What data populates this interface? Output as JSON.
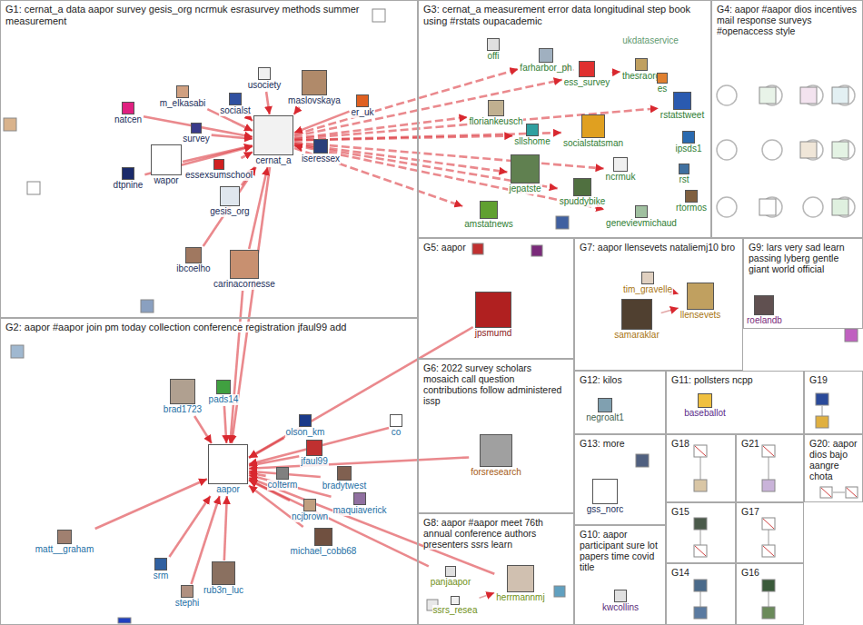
{
  "diagram": {
    "nodes": [
      {
        "text": [
          "G1: cernat_a data aapor survey gesis_org ncrmuk esrasurvey methods summer measurement"
        ]
      },
      {
        "text": [
          "G2: aapor #aapor join pm today collection conference registration jfaul99 add"
        ]
      },
      {
        "text": [
          "G3: cernat_a measurement error data longitudinal step book using #rstats oupacademic"
        ]
      },
      {
        "text": [
          "G4: aapor #aapor dios incentives mail response surveys #openaccess style"
        ]
      },
      {
        "text": [
          "G5: aapor"
        ]
      },
      {
        "text": [
          "G6: 2022 survey scholars mosaich call question contributions follow administered issp"
        ]
      },
      {
        "text": [
          "G7: aapor llensevets nataliemj10 bro"
        ]
      },
      {
        "text": [
          "G8: aapor #aapor meet 76th annual conference authors presenters ssrs learn"
        ]
      },
      {
        "text": [
          "G9: lars very sad learn passing lyberg gentle giant world official"
        ]
      },
      {
        "text": [
          "G10: aapor participant sure lot papers time covid title"
        ]
      },
      {
        "text": [
          "G11: pollsters ncpp"
        ]
      },
      {
        "text": [
          "G12: kilos"
        ]
      },
      {
        "text": [
          "G13: more"
        ]
      },
      {
        "text": [
          "G14"
        ]
      },
      {
        "text": [
          "G15"
        ]
      },
      {
        "text": [
          "G16"
        ]
      },
      {
        "text": [
          "G17"
        ]
      },
      {
        "text": [
          "G18"
        ]
      },
      {
        "text": [
          "G19"
        ]
      },
      {
        "text": [
          "G20: aapor dios bajo aangre chota"
        ]
      },
      {
        "text": [
          "G21"
        ]
      },
      {
        "text": [
          "cernat_a"
        ],
        "in": 0
      },
      {
        "text": [
          "iseressex"
        ],
        "in": 0
      },
      {
        "text": [
          "maslovskaya"
        ],
        "in": 0
      },
      {
        "text": [
          "er_uk"
        ],
        "in": 0
      },
      {
        "text": [
          "usociety"
        ],
        "in": 0
      },
      {
        "text": [
          "socialst"
        ],
        "in": 0
      },
      {
        "text": [
          "m_elkasabi"
        ],
        "in": 0
      },
      {
        "text": [
          "natcen"
        ],
        "in": 0
      },
      {
        "text": [
          "survey"
        ],
        "in": 0
      },
      {
        "text": [
          "wapor"
        ],
        "in": 0
      },
      {
        "text": [
          "dtpnine"
        ],
        "in": 0
      },
      {
        "text": [
          "essexsumschool"
        ],
        "in": 0
      },
      {
        "text": [
          "gesis_org"
        ],
        "in": 0
      },
      {
        "text": [
          "ibcoelho"
        ],
        "in": 0
      },
      {
        "text": [
          "carinacornesse"
        ],
        "in": 0
      },
      {
        "text": [
          "brad1723"
        ],
        "in": 1
      },
      {
        "text": [
          "pads14"
        ],
        "in": 1
      },
      {
        "text": [
          "olson_km"
        ],
        "in": 1
      },
      {
        "text": [
          "co"
        ],
        "in": 1
      },
      {
        "text": [
          "jfaul99"
        ],
        "in": 1
      },
      {
        "text": [
          "colterm"
        ],
        "in": 1
      },
      {
        "text": [
          "aapor"
        ],
        "in": 1
      },
      {
        "text": [
          "bradytwest"
        ],
        "in": 1
      },
      {
        "text": [
          "maquiaverick"
        ],
        "in": 1
      },
      {
        "text": [
          "ncjbrown"
        ],
        "in": 1
      },
      {
        "text": [
          "michael_cobb68"
        ],
        "in": 1
      },
      {
        "text": [
          "matt__graham"
        ],
        "in": 1
      },
      {
        "text": [
          "srm"
        ],
        "in": 1
      },
      {
        "text": [
          "stephi"
        ],
        "in": 1
      },
      {
        "text": [
          "rub3n_luc"
        ],
        "in": 1
      },
      {
        "text": [
          "ukdataservice"
        ],
        "in": 2
      },
      {
        "text": [
          "offi"
        ],
        "in": 2
      },
      {
        "text": [
          "farharbor_ph"
        ],
        "in": 2
      },
      {
        "text": [
          "ess_survey"
        ],
        "in": 2
      },
      {
        "text": [
          "thesraorg"
        ],
        "in": 2
      },
      {
        "text": [
          "es"
        ],
        "in": 2
      },
      {
        "text": [
          "rstatstweet"
        ],
        "in": 2
      },
      {
        "text": [
          "floriankeusch"
        ],
        "in": 2
      },
      {
        "text": [
          "sllshome"
        ],
        "in": 2
      },
      {
        "text": [
          "socialstatsman"
        ],
        "in": 2
      },
      {
        "text": [
          "ipsds1"
        ],
        "in": 2
      },
      {
        "text": [
          "rst"
        ],
        "in": 2
      },
      {
        "text": [
          "jepatste"
        ],
        "in": 2
      },
      {
        "text": [
          "ncrmuk"
        ],
        "in": 2
      },
      {
        "text": [
          "spuddybike"
        ],
        "in": 2
      },
      {
        "text": [
          "amstatnews"
        ],
        "in": 2
      },
      {
        "text": [
          "genevievmichaud"
        ],
        "in": 2
      },
      {
        "text": [
          "rtormos"
        ],
        "in": 2
      },
      {
        "text": [
          "jpsmumd"
        ],
        "in": 4
      },
      {
        "text": [
          "forsresearch"
        ],
        "in": 5
      },
      {
        "text": [
          "tim_gravelle"
        ],
        "in": 6
      },
      {
        "text": [
          "llensevets"
        ],
        "in": 6
      },
      {
        "text": [
          "samaraklar"
        ],
        "in": 6
      },
      {
        "text": [
          "ssrs_resea"
        ],
        "in": 7
      },
      {
        "text": [
          "panjaapor"
        ],
        "in": 7
      },
      {
        "text": [
          "herrmannmj"
        ],
        "in": 7
      },
      {
        "text": [
          "roelandb"
        ],
        "in": 8
      },
      {
        "text": [
          "kwcollins"
        ],
        "in": 9
      },
      {
        "text": [
          "baseballot"
        ],
        "in": 10
      },
      {
        "text": [
          "negroalt1"
        ],
        "in": 11
      },
      {
        "text": [
          "gss_norc"
        ],
        "in": 12
      }
    ],
    "edges": [
      {
        "from": 30,
        "to": 21,
        "arrow": "to"
      },
      {
        "from": 28,
        "to": 21,
        "arrow": "to"
      },
      {
        "from": 33,
        "to": 21,
        "arrow": "to"
      },
      {
        "from": 32,
        "to": 21,
        "arrow": "to"
      },
      {
        "from": 22,
        "to": 21,
        "arrow": "to"
      },
      {
        "from": 23,
        "to": 21,
        "arrow": "to"
      },
      {
        "from": 25,
        "to": 21,
        "arrow": "to"
      },
      {
        "from": 26,
        "to": 21,
        "arrow": "to"
      },
      {
        "from": 27,
        "to": 21,
        "arrow": "to"
      },
      {
        "from": 29,
        "to": 21,
        "arrow": "to"
      },
      {
        "from": 35,
        "to": 21,
        "arrow": "to"
      },
      {
        "from": 34,
        "to": 21,
        "arrow": "to"
      },
      {
        "from": 31,
        "to": 21,
        "arrow": "to"
      },
      {
        "from": 24,
        "to": 21,
        "arrow": "to"
      },
      {
        "from": 21,
        "to": 63,
        "arrow": "to"
      },
      {
        "from": 21,
        "to": 60,
        "arrow": "to"
      },
      {
        "from": 21,
        "to": 64,
        "arrow": "to"
      },
      {
        "from": 21,
        "to": 66,
        "arrow": "to"
      },
      {
        "from": 21,
        "to": 54,
        "arrow": "to"
      },
      {
        "from": 21,
        "to": 53,
        "arrow": "to"
      },
      {
        "from": 21,
        "to": 57,
        "arrow": "to"
      },
      {
        "from": 21,
        "to": 65,
        "arrow": "to"
      },
      {
        "from": 21,
        "to": 67,
        "arrow": "to"
      },
      {
        "from": 21,
        "to": 58,
        "arrow": "to"
      },
      {
        "from": 21,
        "to": 59,
        "arrow": "to"
      },
      {
        "from": 53,
        "to": 54,
        "arrow": "to"
      },
      {
        "from": 54,
        "to": 55,
        "arrow": "to"
      },
      {
        "from": 36,
        "to": 42,
        "arrow": "to"
      },
      {
        "from": 37,
        "to": 42,
        "arrow": "to"
      },
      {
        "from": 38,
        "to": 42,
        "arrow": "to"
      },
      {
        "from": 40,
        "to": 42,
        "arrow": "to"
      },
      {
        "from": 41,
        "to": 42,
        "arrow": "to"
      },
      {
        "from": 43,
        "to": 42,
        "arrow": "to"
      },
      {
        "from": 44,
        "to": 42,
        "arrow": "to"
      },
      {
        "from": 45,
        "to": 42,
        "arrow": "to"
      },
      {
        "from": 46,
        "to": 42,
        "arrow": "to"
      },
      {
        "from": 47,
        "to": 42,
        "arrow": "to"
      },
      {
        "from": 48,
        "to": 42,
        "arrow": "to"
      },
      {
        "from": 50,
        "to": 42,
        "arrow": "to"
      },
      {
        "from": 49,
        "to": 42,
        "arrow": "to"
      },
      {
        "from": 39,
        "to": 42,
        "arrow": "to"
      },
      {
        "from": 35,
        "to": 42,
        "arrow": "to"
      },
      {
        "from": 21,
        "to": 42,
        "arrow": "to"
      },
      {
        "from": 76,
        "to": 42,
        "arrow": "to"
      },
      {
        "from": 75,
        "to": 42,
        "arrow": "to"
      },
      {
        "from": 69,
        "to": 42,
        "arrow": "to"
      },
      {
        "from": 70,
        "to": 42,
        "arrow": "to"
      },
      {
        "from": 74,
        "to": 76,
        "arrow": "to"
      },
      {
        "from": 71,
        "to": 72,
        "arrow": "to"
      },
      {
        "from": 73,
        "to": 72,
        "arrow": "to"
      }
    ]
  }
}
